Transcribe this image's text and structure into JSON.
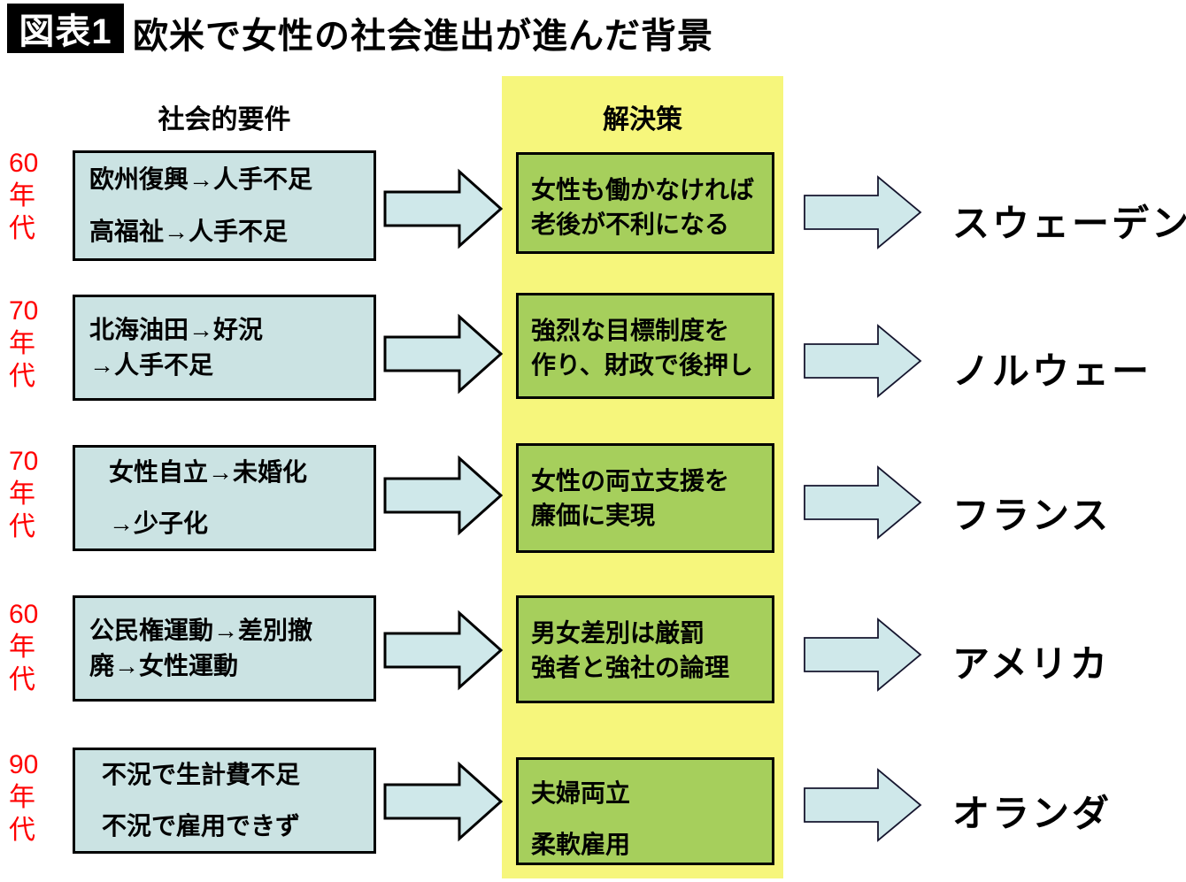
{
  "title": {
    "tag": "図表1",
    "text": "欧米で女性の社会進出が進んだ背景"
  },
  "columns": {
    "left_header": "社会的要件",
    "middle_header": "解決策"
  },
  "colors": {
    "era_label": "#ff0000",
    "requirement_box_fill": "#cbe3e3",
    "solution_box_fill": "#a6cf5c",
    "yellow_band": "#f6f67c",
    "arrow_fill": "#cfe8ea",
    "border": "#000000"
  },
  "rows": [
    {
      "era": "60年代",
      "requirement": {
        "line1": "欧州復興→人手不足",
        "line2": "高福祉→人手不足"
      },
      "solution": {
        "line1": "女性も働かなければ",
        "line2": "老後が不利になる"
      },
      "country": "スウェーデン"
    },
    {
      "era": "70年代",
      "requirement": {
        "line1": "北海油田→好況",
        "line2": "→人手不足"
      },
      "solution": {
        "line1": "強烈な目標制度を",
        "line2": "作り、財政で後押し"
      },
      "country": "ノルウェー"
    },
    {
      "era": "70年代",
      "requirement": {
        "line1": "女性自立→未婚化",
        "line2": "→少子化"
      },
      "solution": {
        "line1": "女性の両立支援を",
        "line2": "廉価に実現"
      },
      "country": "フランス"
    },
    {
      "era": "60年代",
      "requirement": {
        "line1": "公民権運動→差別撤",
        "line2": "廃→女性運動"
      },
      "solution": {
        "line1": "男女差別は厳罰",
        "line2": "強者と強社の論理"
      },
      "country": "アメリカ"
    },
    {
      "era": "90年代",
      "requirement": {
        "line1": "不況で生計費不足",
        "line2": "不況で雇用できず"
      },
      "solution": {
        "line1": "夫婦両立",
        "line2": "柔軟雇用"
      },
      "country": "オランダ"
    }
  ]
}
